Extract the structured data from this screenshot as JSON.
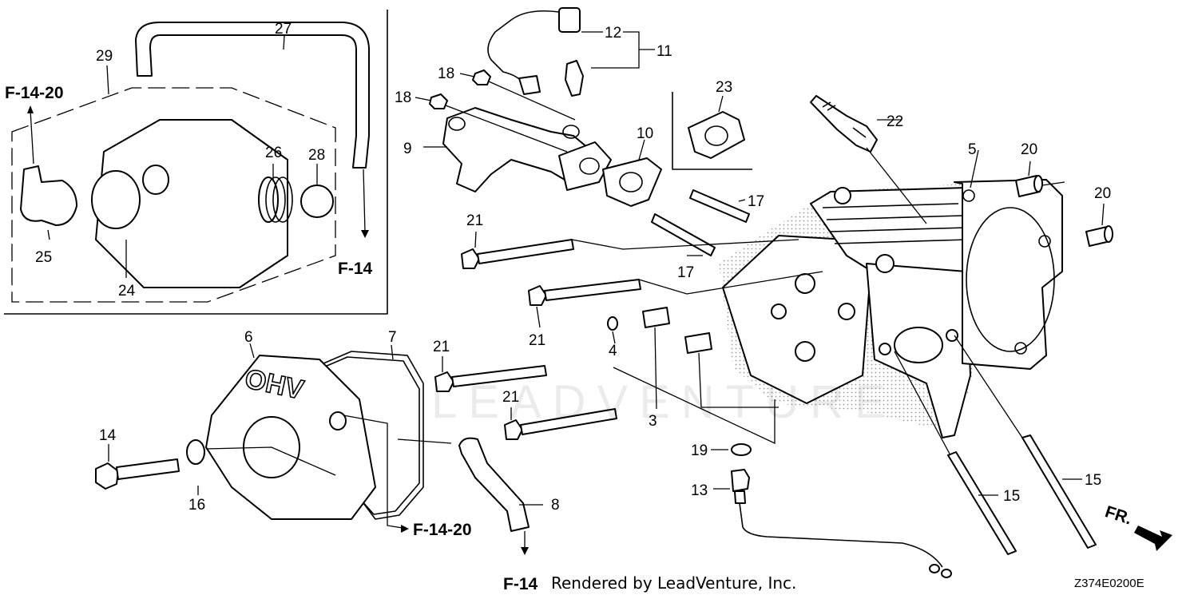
{
  "parts": {
    "p3": "3",
    "p4": "4",
    "p5": "5",
    "p6": "6",
    "p7": "7",
    "p8": "8",
    "p9": "9",
    "p10": "10",
    "p11": "11",
    "p12": "12",
    "p13": "13",
    "p14": "14",
    "p15a": "15",
    "p15b": "15",
    "p16": "16",
    "p17a": "17",
    "p17b": "17",
    "p18a": "18",
    "p18b": "18",
    "p19": "19",
    "p20a": "20",
    "p20b": "20",
    "p21a": "21",
    "p21b": "21",
    "p21c": "21",
    "p21d": "21",
    "p22": "22",
    "p23": "23",
    "p24": "24",
    "p25": "25",
    "p26": "26",
    "p27": "27",
    "p28": "28",
    "p29": "29"
  },
  "refs": {
    "f14_20_top": "F-14-20",
    "f14_right": "F-14",
    "f14_20_bottom": "F-14-20",
    "f14_bottom": "F-14"
  },
  "cover_emboss": "OHV",
  "direction": "FR.",
  "footer": {
    "credit": "Rendered by LeadVenture, Inc.",
    "diagram_code": "Z374E0200E"
  },
  "watermark": "LEADVENTURE"
}
